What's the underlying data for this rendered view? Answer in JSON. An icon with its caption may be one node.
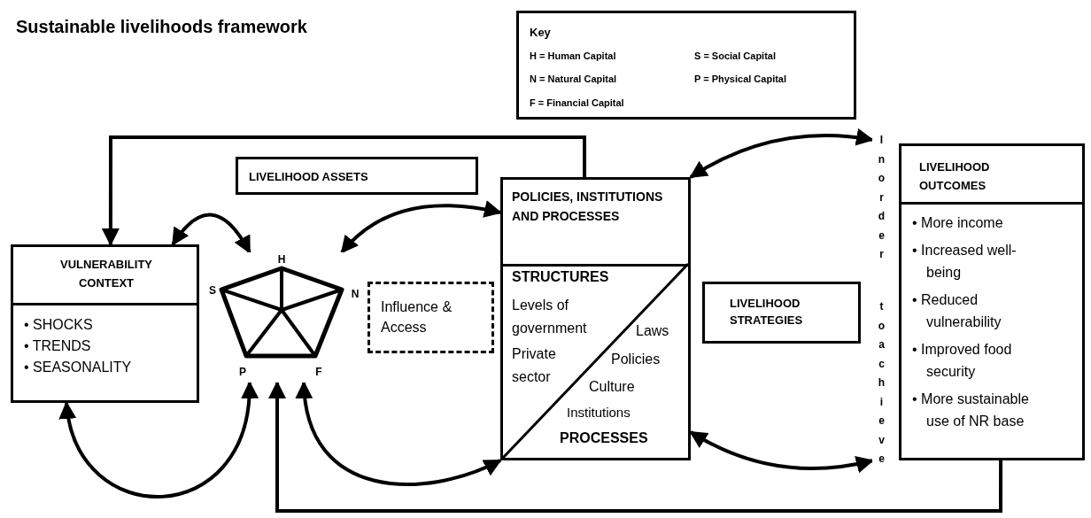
{
  "diagram": {
    "title": "Sustainable livelihoods framework",
    "nodes": [
      {
        "text": [
          "Key",
          "H = Human Capital",
          "S = Social Capital",
          "N = Natural Capital",
          "P = Physical Capital",
          "F = Financial Capital"
        ]
      },
      {
        "text": [
          "LIVELIHOOD ASSETS"
        ]
      },
      {
        "text": [
          "VULNERABILITY CONTEXT",
          "• SHOCKS",
          "• TRENDS",
          "• SEASONALITY"
        ]
      },
      {
        "text": [
          "H",
          "S",
          "N",
          "P",
          "F"
        ]
      },
      {
        "text": [
          "Influence & Access"
        ]
      },
      {
        "text": [
          "POLICIES, INSTITUTIONS AND PROCESSES",
          "STRUCTURES",
          "Levels of government",
          "Private sector",
          "Laws",
          "Policies",
          "Culture",
          "Institutions",
          "PROCESSES"
        ]
      },
      {
        "text": [
          "LIVELIHOOD STRATEGIES"
        ]
      },
      {
        "text": [
          "In order",
          "to achieve"
        ]
      },
      {
        "text": [
          "LIVELIHOOD OUTCOMES",
          "• More income",
          "• Increased well-being",
          "• Reduced vulnerability",
          "• Improved food security",
          "• More sustainable use of NR base"
        ]
      }
    ],
    "edges": [
      {
        "from": 5,
        "to": 2,
        "arrow": "to"
      },
      {
        "from": 2,
        "to": 3,
        "arrow": "both"
      },
      {
        "from": 3,
        "to": 5,
        "arrow": "both"
      },
      {
        "from": 5,
        "to": 7,
        "arrow": "both"
      },
      {
        "from": 2,
        "to": 3,
        "arrow": "both"
      },
      {
        "from": 3,
        "to": 5,
        "arrow": "both"
      },
      {
        "from": 8,
        "to": 3,
        "arrow": "to"
      },
      {
        "from": 5,
        "to": 7,
        "arrow": "both"
      }
    ]
  }
}
